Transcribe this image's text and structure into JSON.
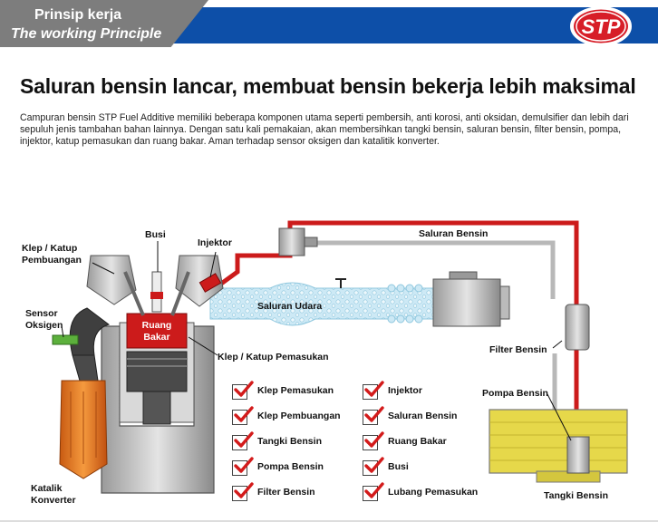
{
  "header": {
    "title_id": "Prinsip kerja",
    "title_en": "The working Principle",
    "logo_text": "STP"
  },
  "headline": "Saluran bensin lancar, membuat bensin bekerja lebih maksimal",
  "description": "Campuran bensin STP Fuel Additive memiliki beberapa komponen utama seperti pembersih, anti korosi, anti oksidan, demulsifier dan lebih dari sepuluh jenis tambahan bahan lainnya. Dengan satu kali pemakaian, akan membersihkan tangki bensin, saluran bensin, filter bensin, pompa, injektor,  katup pemasukan dan ruang bakar. Aman terhadap sensor oksigen dan katalitik konverter.",
  "labels": {
    "busi": "Busi",
    "injektor": "Injektor",
    "klep_pembuangan": "Klep / Katup\nPembuangan",
    "sensor_oksigen": "Sensor\nOksigen",
    "ruang_bakar": "Ruang\nBakar",
    "saluran_udara": "Saluran Udara",
    "saluran_bensin": "Saluran Bensin",
    "klep_pemasukan": "Klep / Katup Pemasukan",
    "filter_bensin": "Filter Bensin",
    "pompa_bensin": "Pompa Bensin",
    "tangki_bensin": "Tangki Bensin",
    "katalik_konverter": "Katalik\nKonverter"
  },
  "checklist": [
    "Klep Pemasukan",
    "Klep Pembuangan",
    "Tangki Bensin",
    "Pompa Bensin",
    "Filter Bensin",
    "Injektor",
    "Saluran Bensin",
    "Ruang Bakar",
    "Busi",
    "Lubang Pemasukan"
  ],
  "colors": {
    "fuel_line": "#cc1b1b",
    "return_line": "#b8b8b8",
    "air": "#bfe3f2",
    "tank": "#e6d84a",
    "header_blue": "#0d4fa8",
    "header_gray": "#7d7d7d",
    "converter": "#e8751e"
  }
}
